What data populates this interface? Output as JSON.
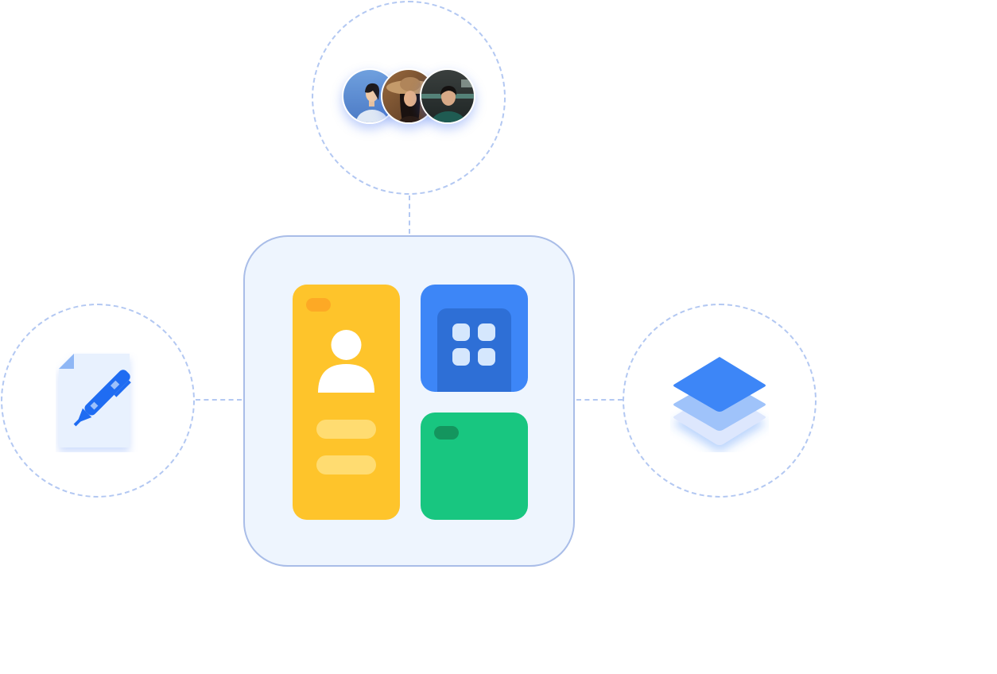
{
  "diagram": {
    "hub": {
      "tiles": [
        {
          "kind": "profile-card",
          "color": "#fec42b"
        },
        {
          "kind": "apps-panel",
          "color": "#3d86f7"
        },
        {
          "kind": "note-card",
          "color": "#18c680"
        }
      ]
    },
    "satellites": [
      {
        "position": "top",
        "content": "avatar-group",
        "avatar_count": 3
      },
      {
        "position": "left",
        "content": "pen-document-icon"
      },
      {
        "position": "right",
        "content": "layers-icon"
      }
    ],
    "colors": {
      "dashed_line": "#b3c8f2",
      "hub_border": "#a9bde8",
      "hub_fill": "#eef5fe",
      "yellow": "#fec42b",
      "blue": "#3d86f7",
      "green": "#18c680",
      "accent_blue": "#1f6cf2"
    }
  }
}
